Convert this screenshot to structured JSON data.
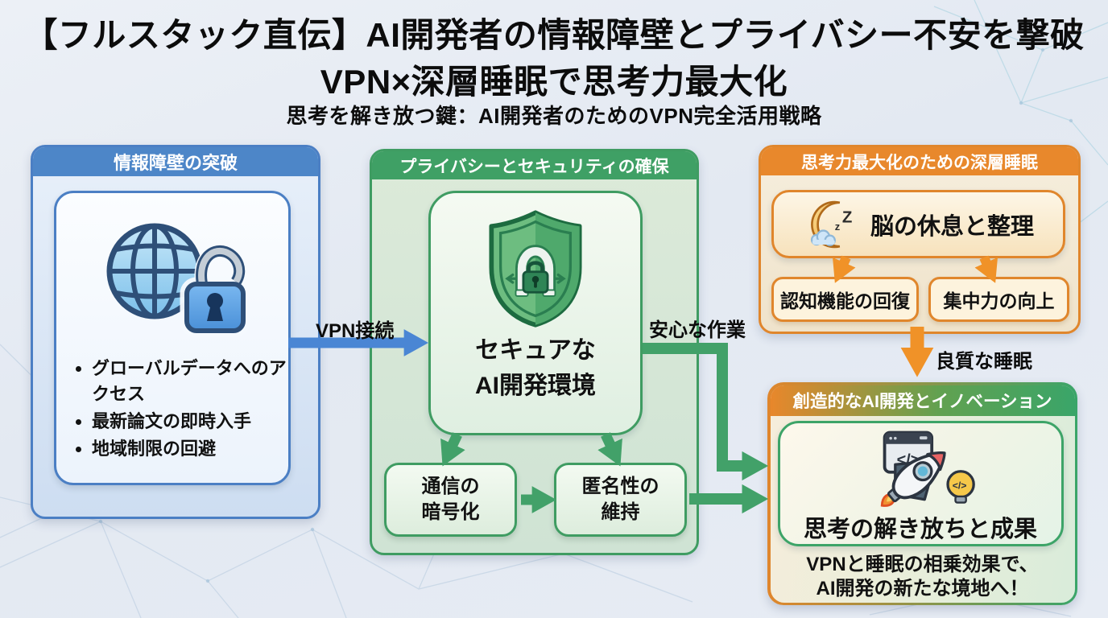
{
  "title": {
    "line1": "【フルスタック直伝】AI開発者の情報障壁とプライバシー不安を撃破",
    "line2": "VPN×深層睡眠で思考力最大化",
    "subtitle": "思考を解き放つ鍵：AI開発者のためのVPN完全活用戦略"
  },
  "info_box": {
    "header": "情報障壁の突破",
    "icon": "globe-unlock-icon",
    "bullets": [
      "グローバルデータへのアクセス",
      "最新論文の即時入手",
      "地域制限の回避"
    ]
  },
  "privacy_box": {
    "header": "プライバシーとセキュリティの確保",
    "icon": "shield-lock-icon",
    "card_line1": "セキュアな",
    "card_line2": "AI開発環境",
    "sub1_line1": "通信の",
    "sub1_line2": "暗号化",
    "sub2_line1": "匿名性の",
    "sub2_line2": "維持"
  },
  "sleep_box": {
    "header": "思考力最大化のための深層睡眠",
    "icon": "sleep-moon-icon",
    "moon_z": "z",
    "moon_Z": "Z",
    "main_card": "脳の休息と整理",
    "sub1": "認知機能の回復",
    "sub2": "集中力の向上"
  },
  "result_box": {
    "header": "創造的なAI開発とイノベーション",
    "icon": "rocket-launch-icon",
    "code_glyph": "</>",
    "card": "思考の解き放ちと成果",
    "caption_line1": "VPNと睡眠の相乗効果で、",
    "caption_line2": "AI開発の新たな境地へ！"
  },
  "flow_labels": {
    "vpn": "VPN接続",
    "safe_work": "安心な作業",
    "good_sleep": "良質な睡眠"
  },
  "colors": {
    "blue": "#4d86c8",
    "blue_border": "#4b7fc4",
    "green": "#3fa065",
    "green_border": "#3f9c62",
    "orange": "#e8882c",
    "orange_border": "#e0862c",
    "result_green": "#3aa569",
    "arrow_blue": "#4a86d4",
    "arrow_green": "#42a169",
    "arrow_orange": "#f09228"
  }
}
